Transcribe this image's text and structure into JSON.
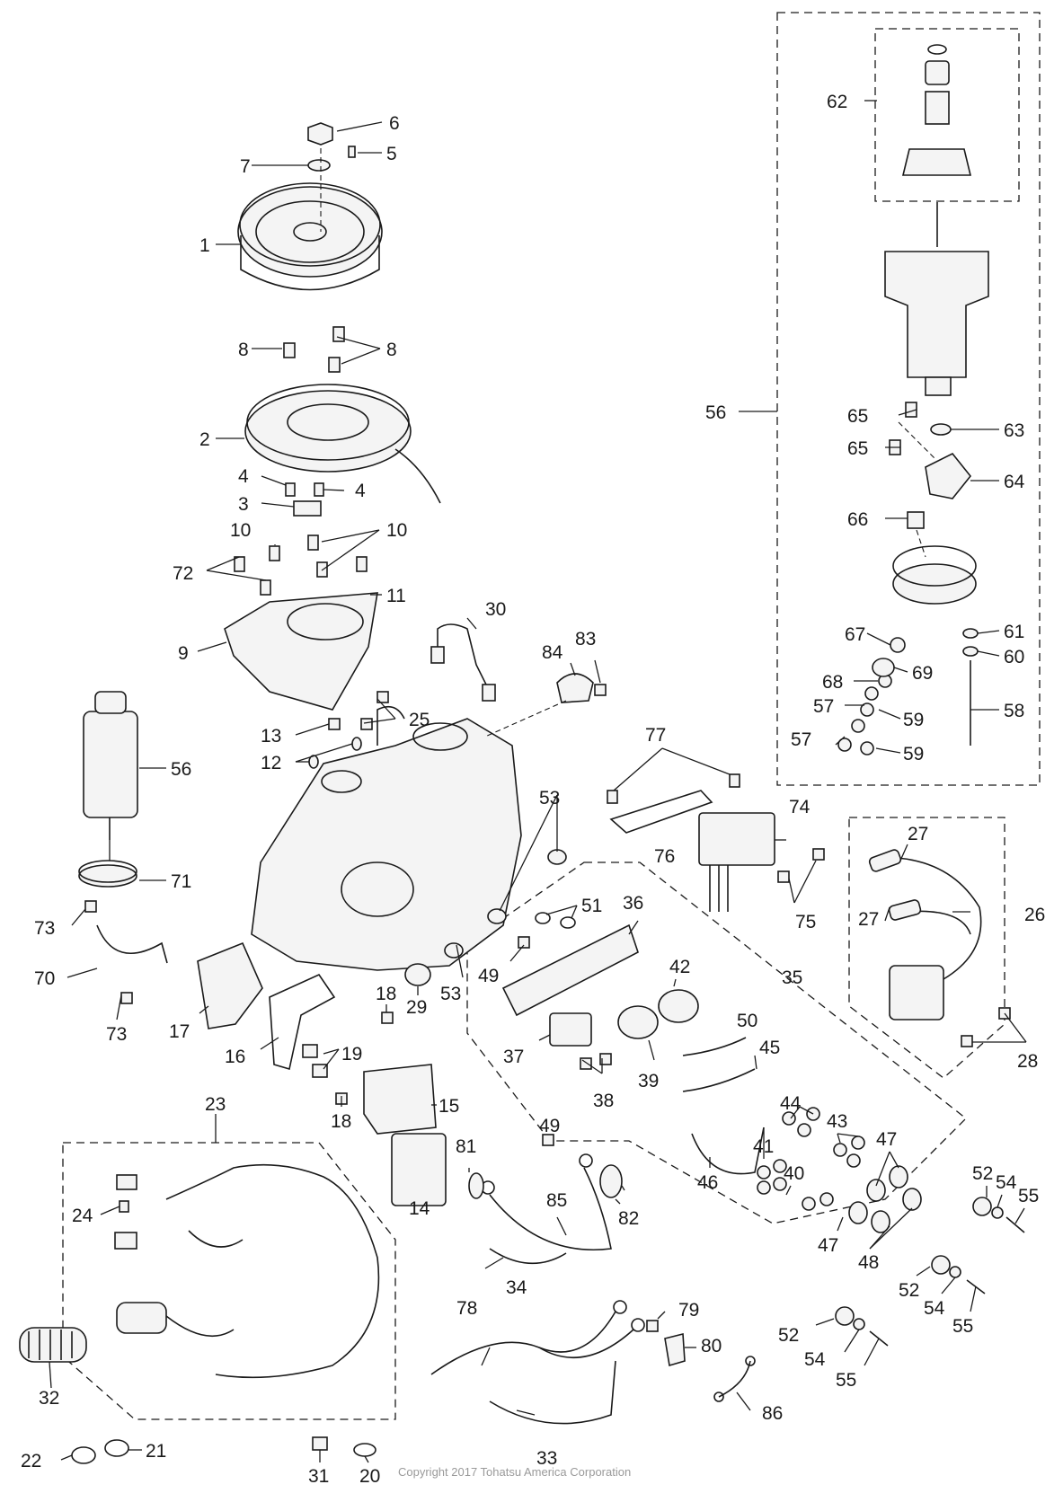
{
  "copyright": "Copyright 2017 Tohatsu America Corporation",
  "callouts": {
    "c1": "1",
    "c2": "2",
    "c3": "3",
    "c4a": "4",
    "c4b": "4",
    "c5": "5",
    "c6": "6",
    "c7": "7",
    "c8a": "8",
    "c8b": "8",
    "c9": "9",
    "c10a": "10",
    "c10b": "10",
    "c11": "11",
    "c12": "12",
    "c13": "13",
    "c14": "14",
    "c15": "15",
    "c16": "16",
    "c17": "17",
    "c18a": "18",
    "c18b": "18",
    "c19": "19",
    "c20": "20",
    "c21": "21",
    "c22": "22",
    "c23": "23",
    "c24": "24",
    "c25": "25",
    "c26": "26",
    "c27a": "27",
    "c27b": "27",
    "c28": "28",
    "c29": "29",
    "c30": "30",
    "c31": "31",
    "c32": "32",
    "c33": "33",
    "c34": "34",
    "c35": "35",
    "c36": "36",
    "c37": "37",
    "c38": "38",
    "c39": "39",
    "c40": "40",
    "c41": "41",
    "c42": "42",
    "c43": "43",
    "c44": "44",
    "c45": "45",
    "c46": "46",
    "c47a": "47",
    "c47b": "47",
    "c48": "48",
    "c49a": "49",
    "c49b": "49",
    "c50": "50",
    "c51": "51",
    "c52a": "52",
    "c52b": "52",
    "c52c": "52",
    "c53a": "53",
    "c53b": "53",
    "c54a": "54",
    "c54b": "54",
    "c54c": "54",
    "c55a": "55",
    "c55b": "55",
    "c55c": "55",
    "c56a": "56",
    "c56b": "56",
    "c57a": "57",
    "c57b": "57",
    "c58": "58",
    "c59a": "59",
    "c59b": "59",
    "c60": "60",
    "c61": "61",
    "c62": "62",
    "c63": "63",
    "c64": "64",
    "c65a": "65",
    "c65b": "65",
    "c66": "66",
    "c67": "67",
    "c68": "68",
    "c69": "69",
    "c70": "70",
    "c71": "71",
    "c72": "72",
    "c73a": "73",
    "c73b": "73",
    "c74": "74",
    "c75": "75",
    "c76": "76",
    "c77": "77",
    "c78": "78",
    "c79": "79",
    "c80": "80",
    "c81": "81",
    "c82": "82",
    "c83": "83",
    "c84": "84",
    "c85": "85",
    "c86": "86"
  }
}
